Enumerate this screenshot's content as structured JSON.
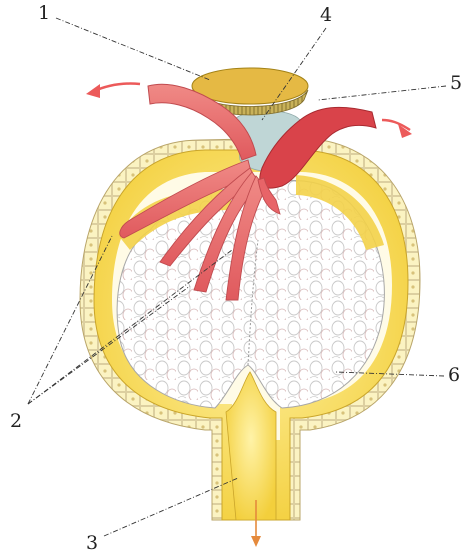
{
  "labels": {
    "one": "1",
    "two": "2",
    "three": "3",
    "four": "4",
    "five": "5",
    "six": "6"
  },
  "colors": {
    "capsule_yellow": "#f5d84a",
    "capsule_light": "#fbeea0",
    "vessel_red": "#e8766f",
    "vessel_dark_red": "#d9434a",
    "arrow_red": "#ec5a5a",
    "arrow_orange": "#e58a3c",
    "macula": "#d9b84a",
    "mesangium": "#bfd6d6",
    "leader": "#333333"
  }
}
